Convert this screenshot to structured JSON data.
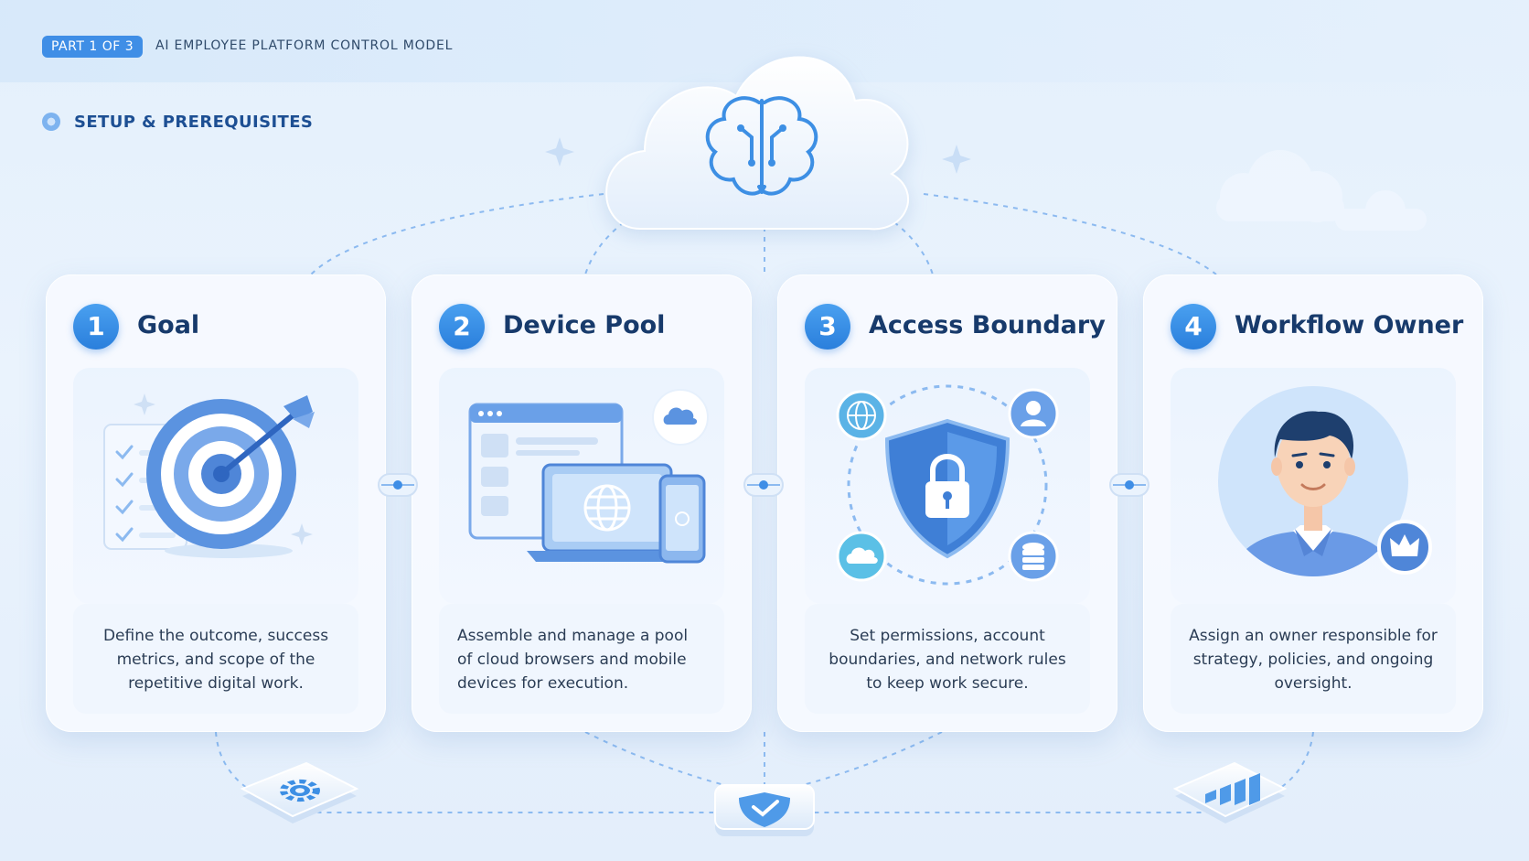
{
  "header": {
    "part_label": "PART 1 OF 3",
    "title": "AI EMPLOYEE PLATFORM CONTROL MODEL"
  },
  "section": {
    "label": "SETUP & PREREQUISITES"
  },
  "steps": [
    {
      "number": "1",
      "title": "Goal",
      "description": "Define the outcome, success metrics, and scope of the repetitive digital work."
    },
    {
      "number": "2",
      "title": "Device Pool",
      "description": "Assemble and manage a pool of cloud browsers and mobile devices for execution."
    },
    {
      "number": "3",
      "title": "Access Boundary",
      "description": "Set permissions, account boundaries, and network rules to keep work secure."
    },
    {
      "number": "4",
      "title": "Workflow Owner",
      "description": "Assign an owner responsible for strategy, policies, and ongoing oversight."
    }
  ],
  "icons": {
    "central": "brain-cloud-icon",
    "bottom": [
      "gear-tile-icon",
      "shield-check-tile-icon",
      "bar-chart-tile-icon"
    ]
  },
  "colors": {
    "accent": "#3f8ee6",
    "title": "#173a6b",
    "background": "#e6f1fc"
  }
}
